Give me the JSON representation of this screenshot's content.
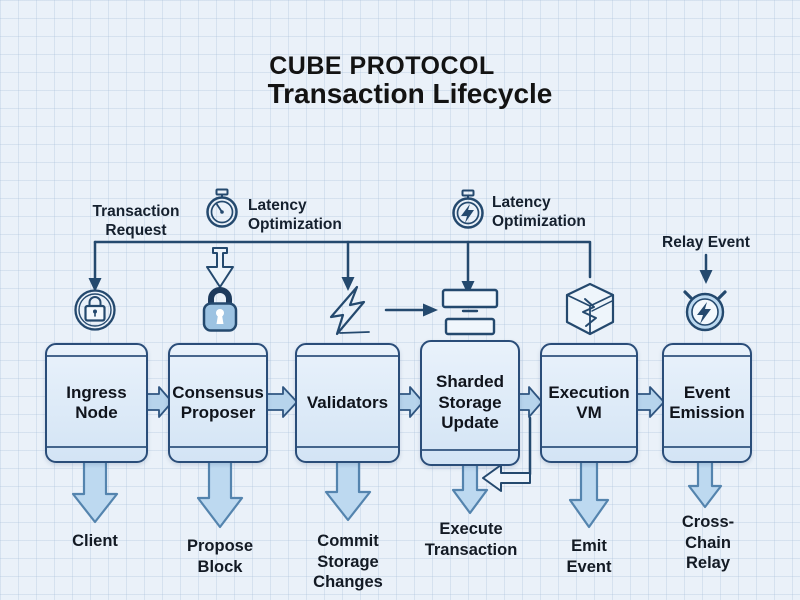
{
  "title": {
    "line1": "CUBE PROTOCOL",
    "line2": "Transaction Lifecycle"
  },
  "annotations": {
    "transaction_request": "Transaction Request",
    "latency_optimization_1": "Latency Optimization",
    "latency_optimization_2": "Latency Optimization",
    "relay_event": "Relay Event"
  },
  "nodes": [
    {
      "label": "Ingress Node"
    },
    {
      "label": "Consensus Proposer"
    },
    {
      "label": "Validators"
    },
    {
      "label": "Sharded Storage Update"
    },
    {
      "label": "Execution VM"
    },
    {
      "label": "Event Emission"
    }
  ],
  "outputs": [
    {
      "label": "Client"
    },
    {
      "label": "Propose Block"
    },
    {
      "label": "Commit Storage Changes"
    },
    {
      "label": "Execute Transaction"
    },
    {
      "label": "Emit Event"
    },
    {
      "label": "Cross-Chain Relay"
    }
  ],
  "icons": [
    "stopwatch-icon",
    "stopwatch-bolt-icon",
    "circled-lock-icon",
    "padlock-icon",
    "lightning-icon",
    "storage-layers-icon",
    "sharded-cube-icon",
    "alarm-bolt-icon"
  ],
  "colors": {
    "accent_navy": "#24496e",
    "box_border": "#2a4d79",
    "box_fill": "#d8e7f6",
    "block_arrow_fill": "#b7d4ec",
    "down_arrow_fill": "#bdd9f0",
    "background": "#eaf1f9"
  }
}
